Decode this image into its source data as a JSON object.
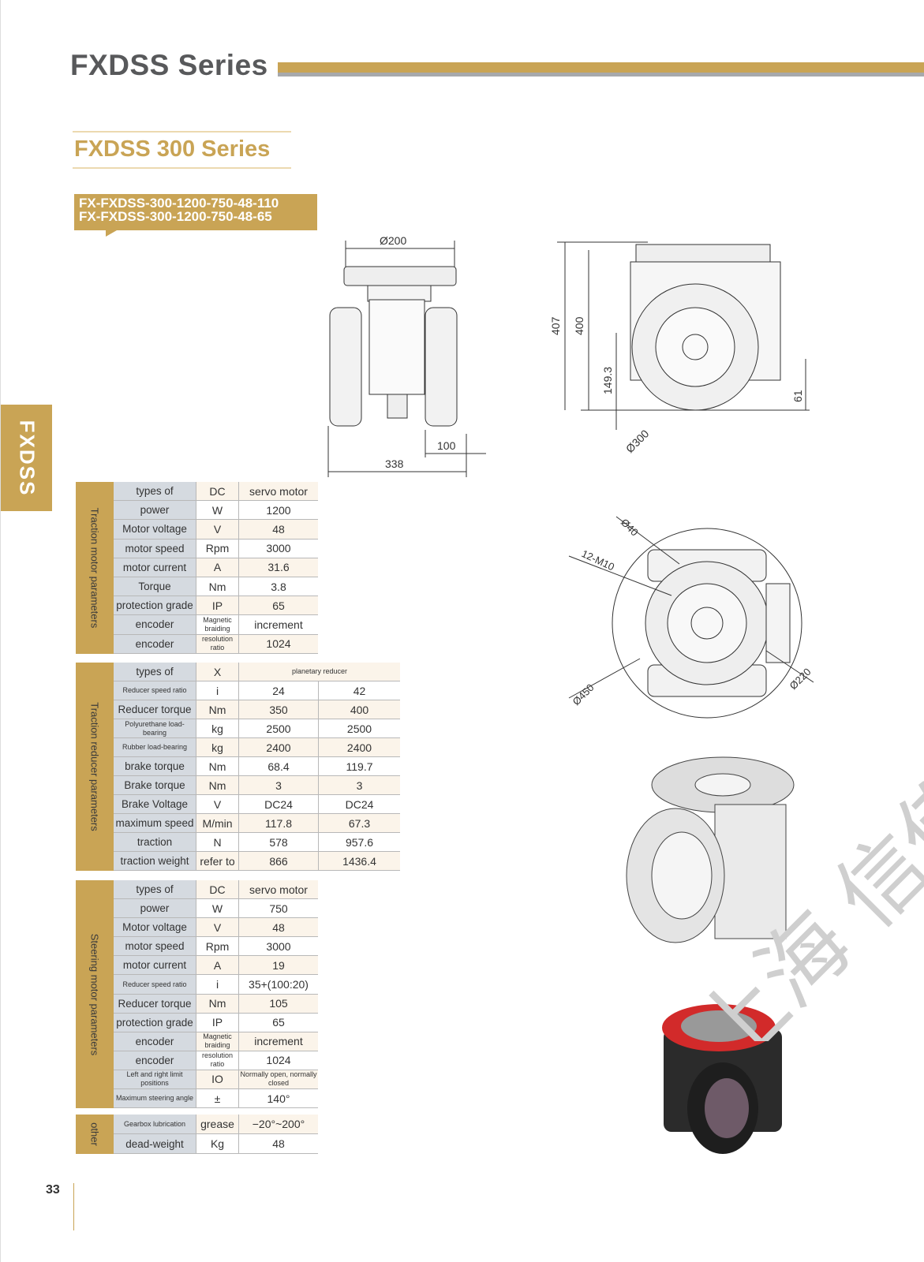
{
  "header": {
    "title": "FXDSS Series",
    "subtitle": "FXDSS 300 Series",
    "models": [
      "FX-FXDSS-300-1200-750-48-110",
      "FX-FXDSS-300-1200-750-48-65"
    ],
    "side_tab": "FXDSS"
  },
  "drawings": {
    "front": {
      "d200": "Ø200",
      "w100": "100",
      "w338": "338"
    },
    "side": {
      "h407": "407",
      "h400": "400",
      "h149": "149.3",
      "h61": "61",
      "d300": "Ø300"
    },
    "top": {
      "d40": "Ø40",
      "m10": "12-M10",
      "d450": "Ø450",
      "d220": "Ø220"
    }
  },
  "watermark": "上海 信传动",
  "tables": [
    {
      "label": "Traction motor parameters",
      "rows": [
        [
          "types of",
          "DC",
          "servo motor"
        ],
        [
          "power",
          "W",
          "1200"
        ],
        [
          "Motor voltage",
          "V",
          "48"
        ],
        [
          "motor speed",
          "Rpm",
          "3000"
        ],
        [
          "motor current",
          "A",
          "31.6"
        ],
        [
          "Torque",
          "Nm",
          "3.8"
        ],
        [
          "protection grade",
          "IP",
          "65"
        ],
        [
          "encoder",
          "Magnetic braiding",
          "increment"
        ],
        [
          "encoder",
          "resolution ratio",
          "1024"
        ]
      ]
    },
    {
      "label": "Traction reducer parameters",
      "wide": true,
      "rows": [
        [
          "types of",
          "X",
          "planetary reducer"
        ],
        [
          "Reducer speed ratio",
          "i",
          "24",
          "42"
        ],
        [
          "Reducer torque",
          "Nm",
          "350",
          "400"
        ],
        [
          "Polyurethane load-bearing",
          "kg",
          "2500",
          "2500"
        ],
        [
          "Rubber load-bearing",
          "kg",
          "2400",
          "2400"
        ],
        [
          "brake torque",
          "Nm",
          "68.4",
          "119.7"
        ],
        [
          "Brake torque",
          "Nm",
          "3",
          "3"
        ],
        [
          "Brake Voltage",
          "V",
          "DC24",
          "DC24"
        ],
        [
          "maximum speed",
          "M/min",
          "117.8",
          "67.3"
        ],
        [
          "traction",
          "N",
          "578",
          "957.6"
        ],
        [
          "traction weight",
          "refer to",
          "866",
          "1436.4"
        ]
      ]
    },
    {
      "label": "Steering motor parameters",
      "rows": [
        [
          "types of",
          "DC",
          "servo motor"
        ],
        [
          "power",
          "W",
          "750"
        ],
        [
          "Motor voltage",
          "V",
          "48"
        ],
        [
          "motor speed",
          "Rpm",
          "3000"
        ],
        [
          "motor current",
          "A",
          "19"
        ],
        [
          "Reducer speed ratio",
          "i",
          "35+(100:20)"
        ],
        [
          "Reducer torque",
          "Nm",
          "105"
        ],
        [
          "protection grade",
          "IP",
          "65"
        ],
        [
          "encoder",
          "Magnetic braiding",
          "increment"
        ],
        [
          "encoder",
          "resolution ratio",
          "1024"
        ],
        [
          "Left and right limit positions",
          "IO",
          "Normally open, normally closed"
        ],
        [
          "Maximum steering angle",
          "±",
          "140°"
        ]
      ]
    },
    {
      "label": "other",
      "rows": [
        [
          "Gearbox lubrication",
          "grease",
          "−20°~200°"
        ],
        [
          "dead-weight",
          "Kg",
          "48"
        ]
      ]
    }
  ],
  "page_number": "33"
}
